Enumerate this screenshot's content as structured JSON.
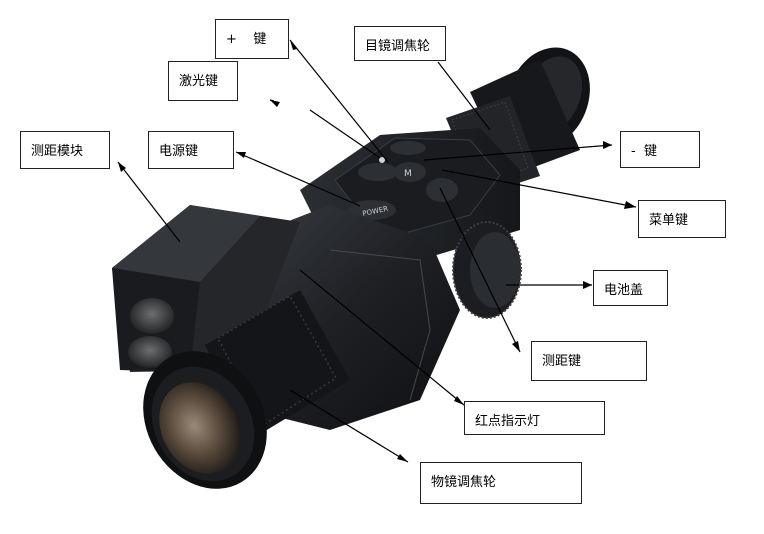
{
  "labels": {
    "plus_key": "+    键",
    "laser_key": "激光键",
    "eyepiece_focus": "目镜调焦轮",
    "rangefinder_module": "测距模块",
    "power_key": "电源键",
    "minus_key": "-  键",
    "menu_key": "菜单键",
    "battery_cover": "电池盖",
    "ranging_key": "测距键",
    "red_indicator": "红点指示灯",
    "objective_focus": "物镜调焦轮"
  },
  "device": {
    "power_button_text": "POWER",
    "menu_button_text": "M"
  },
  "colors": {
    "body": "#1d1f22",
    "body_light": "#3a3d42",
    "lens_glass": "#6b5a48",
    "line": "#000000"
  }
}
